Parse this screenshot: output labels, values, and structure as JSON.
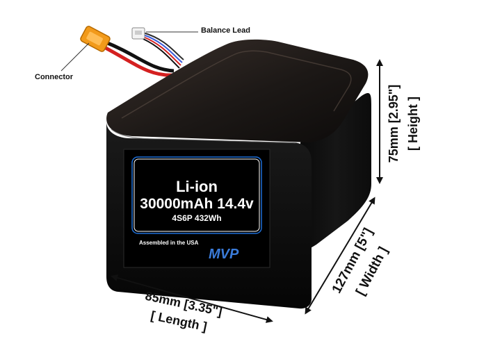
{
  "callouts": {
    "connector": "Connector",
    "balance_lead": "Balance Lead"
  },
  "label": {
    "chemistry": "Li-ion",
    "capacity_voltage": "30000mAh 14.4v",
    "config_energy": "4S6P 432Wh",
    "assembled": "Assembled in the USA",
    "brand": "MVP"
  },
  "dimensions": {
    "height_value": "75mm [2.95\"]",
    "height_name": "[ Height ]",
    "width_value": "127mm [5\"]",
    "width_name": "[ Width ]",
    "length_value": "85mm [3.35\"]",
    "length_name": "[ Length ]"
  },
  "colors": {
    "connector_body": "#f29a1a",
    "wire_red": "#d42020",
    "wire_black": "#111111",
    "balance_blue": "#3a5bd9",
    "label_accent": "#1e6fd8"
  }
}
